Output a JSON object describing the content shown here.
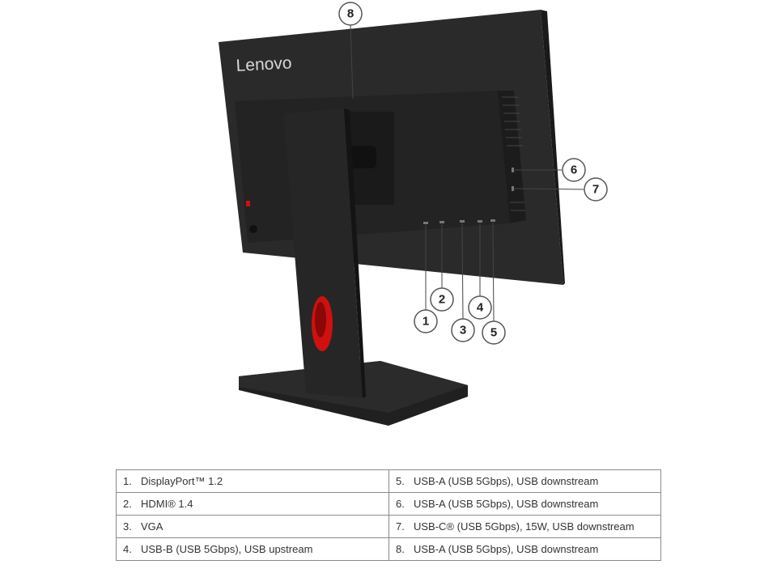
{
  "product": {
    "logo_text": "Lenovo",
    "accent_color": "#d01010"
  },
  "callouts": [
    "1",
    "2",
    "3",
    "4",
    "5",
    "6",
    "7",
    "8"
  ],
  "ports": [
    {
      "num": "1.",
      "label": "DisplayPort™ 1.2"
    },
    {
      "num": "2.",
      "label": "HDMI® 1.4"
    },
    {
      "num": "3.",
      "label": "VGA"
    },
    {
      "num": "4.",
      "label": "USB-B (USB 5Gbps), USB upstream"
    },
    {
      "num": "5.",
      "label": "USB-A (USB 5Gbps), USB downstream"
    },
    {
      "num": "6.",
      "label": "USB-A (USB 5Gbps), USB downstream"
    },
    {
      "num": "7.",
      "label": "USB-C® (USB 5Gbps), 15W, USB downstream"
    },
    {
      "num": "8.",
      "label": "USB-A (USB 5Gbps), USB downstream"
    }
  ]
}
